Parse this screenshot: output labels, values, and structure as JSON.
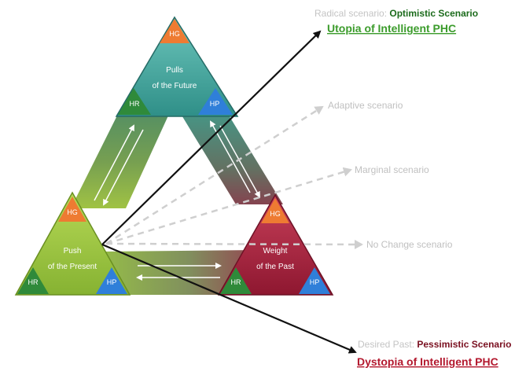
{
  "corners": {
    "future": {
      "line1": "Pulls",
      "line2": "of the Future",
      "top_badge": "HG",
      "left_badge": "HR",
      "right_badge": "HP"
    },
    "present": {
      "line1": "Push",
      "line2": "of the Present",
      "top_badge": "HG",
      "left_badge": "HR",
      "right_badge": "HP"
    },
    "past": {
      "line1": "Weight",
      "line2": "of the Past",
      "top_badge": "HG",
      "left_badge": "HR",
      "right_badge": "HP"
    }
  },
  "scenarios": {
    "radical": {
      "prefix": "Radical scenario: ",
      "type": "Optimistic Scenario",
      "title": "Utopia of Intelligent PHC"
    },
    "adaptive": "Adaptive scenario",
    "marginal": "Marginal scenario",
    "no_change": "No Change scenario",
    "desired_past": {
      "prefix": "Desired Past: ",
      "type": "Pessimistic Scenario",
      "title": "Dystopia of Intelligent PHC"
    }
  },
  "colors": {
    "future": "#3aa39a",
    "present": "#9bc43c",
    "past": "#a8233c",
    "hg_badge": "#ee7b32",
    "hr_badge": "#2f8a3a",
    "hp_badge": "#2f7fd9",
    "utopia": "#3c9c2c",
    "dystopia": "#b3182e",
    "optimistic": "#1c6b1c",
    "pessimistic": "#7a1020"
  }
}
